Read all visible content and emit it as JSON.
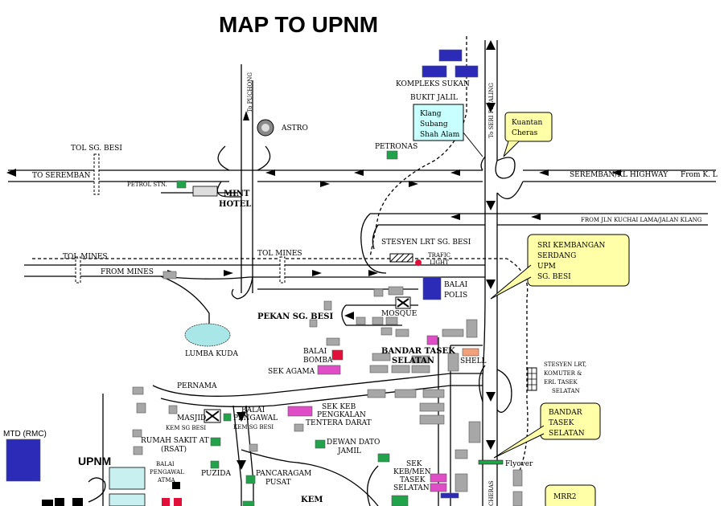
{
  "title": "MAP TO UPNM",
  "colors": {
    "building_blue": "#2b2bb8",
    "building_grey": "#a7a7a7",
    "building_green": "#22a34b",
    "building_pink": "#e04ec7",
    "building_red": "#e0103a",
    "callout_yellow": "#ffffa8",
    "callout_cyan": "#c8ffff",
    "lake": "#a8e6e8",
    "shell_orange": "#f2a07a"
  },
  "labels": {
    "kompleks_sukan": "KOMPLEKS SUKAN",
    "bukit_jalil": "BUKIT JALIL",
    "to_seri_petaling": "To SERI PETALING",
    "to_puchong": "To PUCHONG",
    "astro": "ASTRO",
    "petronas": "PETRONAS",
    "tol_sg_besi": "TOL SG. BESI",
    "to_seremban": "TO SEREMBAN",
    "petrol_stn": "PETROL STN.",
    "mint_hotel_1": "MINT",
    "mint_hotel_2": "HOTEL",
    "seremban_kl_highway": "SEREMBAN/KL HIGHWAY",
    "from_kl": "From K. L",
    "from_jln_kuchai": "FROM JLN KUCHAI LAMA/JALAN KLANG",
    "stesyen_lrt_sg_besi": "STESYEN LRT SG. BESI",
    "traffic_light_1": "TRAFIC",
    "traffic_light_2": "LIGHT",
    "tol_mines_left": "TOL MINES",
    "tol_mines_mid": "TOL MINES",
    "from_mines": "FROM MINES",
    "balai_polis_1": "BALAI",
    "balai_polis_2": "POLIS",
    "mosque": "MOSQUE",
    "pekan_sg_besi": "PEKAN SG. BESI",
    "lumba_kuda": "LUMBA KUDA",
    "balai_bomba_1": "BALAI",
    "balai_bomba_2": "BOMBA",
    "sek_agama": "SEK AGAMA",
    "bandar_tasek_selatan_1": "BANDAR TASEK",
    "bandar_tasek_selatan_2": "SELATAN",
    "shell": "SHELL",
    "stesyen_lrt_komuter_1": "STESYEN LRT,",
    "stesyen_lrt_komuter_2": "KOMUTER &",
    "stesyen_lrt_komuter_3": "ERL TASEK",
    "stesyen_lrt_komuter_4": "SELATAN",
    "pernama": "PERNAMA",
    "sek_keb_pengkalan_1": "SEK KEB",
    "sek_keb_pengkalan_2": "PENGKALAN",
    "sek_keb_pengkalan_3": "TENTERA DARAT",
    "masjid_1": "MASJID",
    "masjid_2": "KEM SG BESI",
    "balai_pengawal_1": "BALAI",
    "balai_pengawal_2": "PENGAWAL",
    "balai_pengawal_3": "KEM SG BESI",
    "rumah_sakit_1": "RUMAH SAKIT AT",
    "rumah_sakit_2": "(RSAT)",
    "dewan_dato_1": "DEWAN DATO",
    "dewan_dato_2": "JAMIL",
    "mtd": "MTD (RMC)",
    "upnm": "UPNM",
    "balai_pengawal_atma_1": "BALAI",
    "balai_pengawal_atma_2": "PENGAWAL",
    "balai_pengawal_atma_3": "ATMA",
    "puzida": "PUZIDA",
    "pancaragam_1": "PANCARAGAM",
    "pancaragam_2": "PUSAT",
    "sek_keb_men_1": "SEK",
    "sek_keb_men_2": "KEB/MEN",
    "sek_keb_men_3": "TASEK",
    "sek_keb_men_4": "SELATAN",
    "kem": "KEM",
    "flyover": "Flyover",
    "cheras_vert": "CHERAS"
  },
  "callouts": {
    "klang": [
      "Klang",
      "Subang",
      "Shah Alam"
    ],
    "kuantan": [
      "Kuantan",
      "Cheras"
    ],
    "sri_kembangan": [
      "SRI KEMBANGAN",
      "SERDANG",
      "UPM",
      "SG. BESI"
    ],
    "bandar_tasek": [
      "BANDAR",
      "TASEK",
      "SELATAN"
    ],
    "mrr2": [
      "MRR2"
    ]
  }
}
